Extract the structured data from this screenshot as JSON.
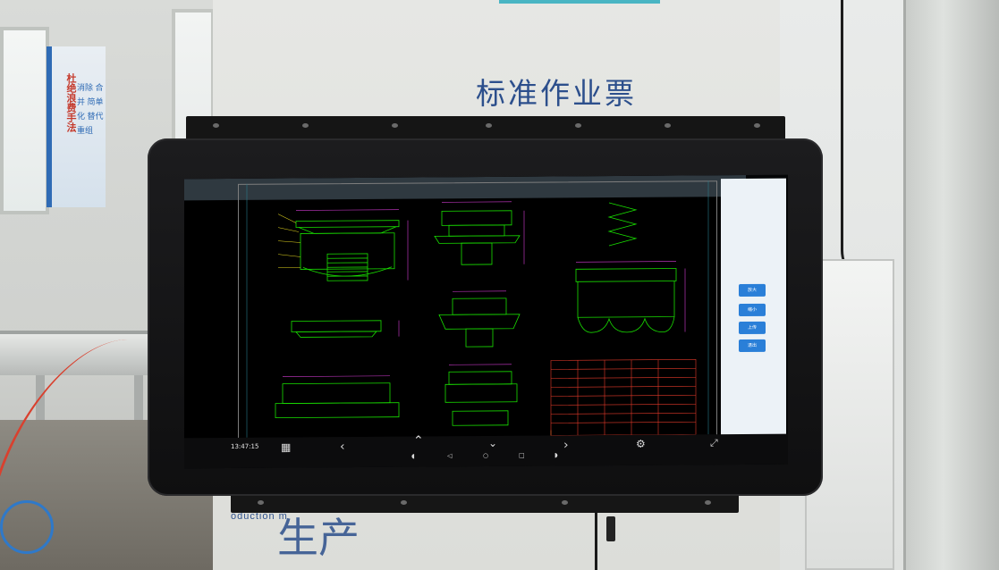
{
  "board": {
    "title": "标准作业票",
    "bottom_small": "oduction m",
    "bottom_big": "生产",
    "banner_vertical": "杜绝浪费手法",
    "banner_lines": "消除 合并 简单化 替代 重组"
  },
  "app": {
    "side_buttons": [
      "放大",
      "缩小",
      "上传",
      "退出"
    ],
    "clock": "13:47:15"
  },
  "navbar": {
    "icons": [
      "apps-icon",
      "chevron-left-icon",
      "chevron-up-icon",
      "chevron-down-icon",
      "chevron-right-icon",
      "settings-icon",
      "fullscreen-icon"
    ],
    "system_icons": [
      "volume-down-icon",
      "back-icon",
      "home-icon",
      "recents-icon",
      "volume-up-icon"
    ]
  },
  "colors": {
    "cad_background": "#000000",
    "cad_lines": "#19e000",
    "cad_dims": "#d63cd6",
    "cad_text": "#e1d41e",
    "title_block": "#e23a2a",
    "side_button": "#2a7fd8",
    "board_title": "#2c4f8c"
  }
}
